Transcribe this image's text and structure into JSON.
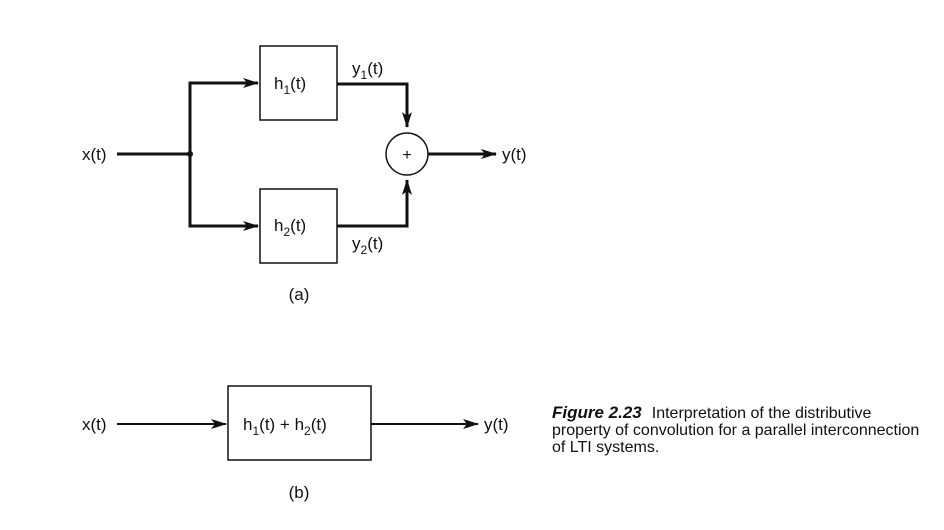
{
  "diagram_a": {
    "input": "x(t)",
    "output": "y(t)",
    "block1": {
      "base": "h",
      "sub": "1",
      "rest": "(t)"
    },
    "block2": {
      "base": "h",
      "sub": "2",
      "rest": "(t)"
    },
    "signal1": {
      "base": "y",
      "sub": "1",
      "rest": "(t)"
    },
    "signal2": {
      "base": "y",
      "sub": "2",
      "rest": "(t)"
    },
    "adder_symbol": "+",
    "panel_label": "(a)"
  },
  "diagram_b": {
    "input": "x(t)",
    "output": "y(t)",
    "block": {
      "p1": "h",
      "s1": "1",
      "p2": "(t) + h",
      "s2": "2",
      "p3": "(t)"
    },
    "panel_label": "(b)"
  },
  "caption": {
    "figure_label": "Figure 2.23",
    "text": "Interpretation of the distributive property of convolution for a parallel interconnection of LTI systems."
  }
}
